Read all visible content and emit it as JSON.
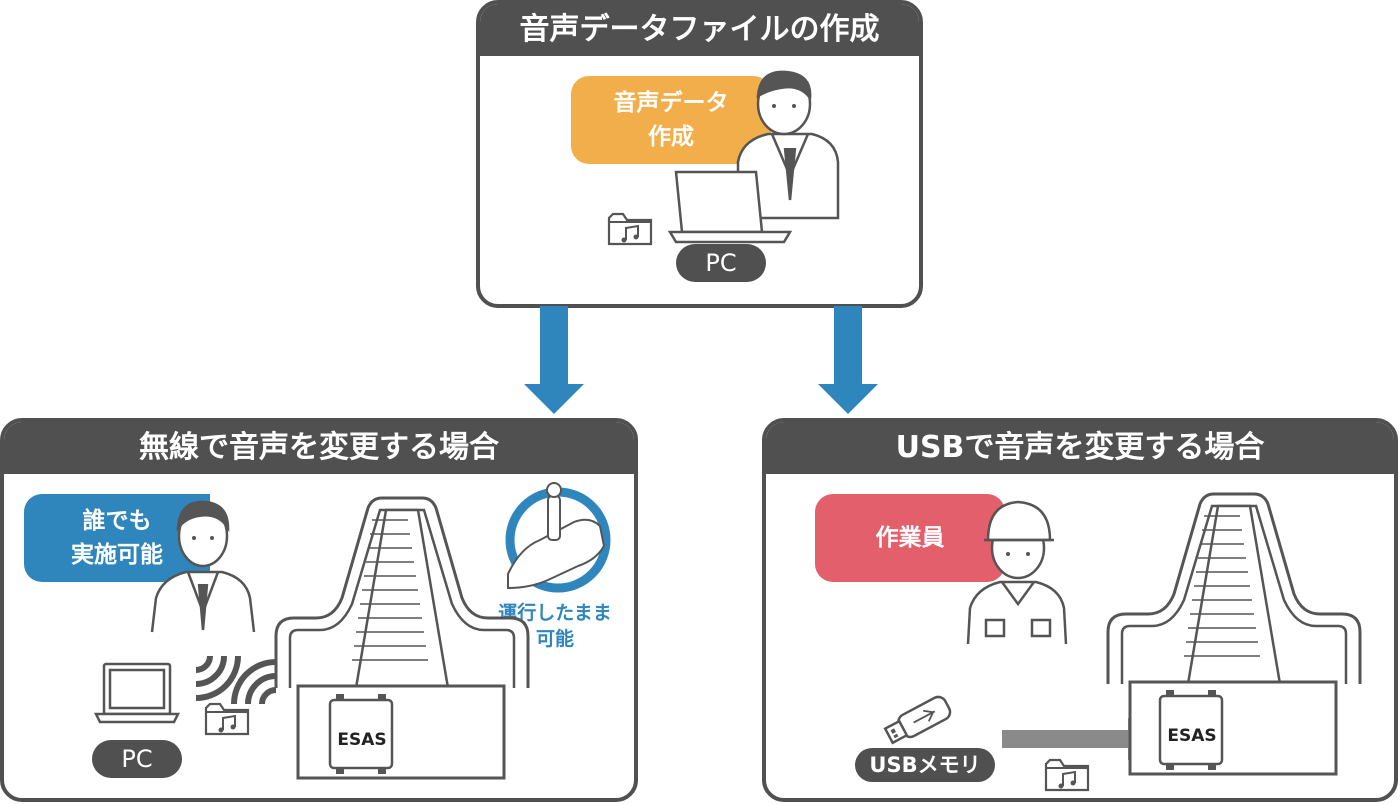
{
  "top_panel": {
    "title": "音声データファイルの作成",
    "bubble_line1": "音声データ",
    "bubble_line2": "作成",
    "device_label": "PC"
  },
  "left_panel": {
    "title": "無線で音声を変更する場合",
    "bubble_line1": "誰でも",
    "bubble_line2": "実施可能",
    "device_label": "PC",
    "controller_label": "ESAS",
    "note_line1": "運行したまま",
    "note_line2": "可能"
  },
  "right_panel": {
    "title": "USBで音声を変更する場合",
    "bubble": "作業員",
    "usb_label": "USBメモリ",
    "controller_label": "ESAS"
  },
  "icons": {
    "flow_arrows": "down-arrow-icon",
    "music_file": "music-folder-icon",
    "wireless": "wireless-signal-icon",
    "usb": "usb-stick-icon",
    "laptop": "laptop-icon",
    "escalator": "escalator-icon"
  },
  "colors": {
    "panel_header": "#505050",
    "arrow_blue": "#2f86bd",
    "bubble_orange": "#f2ae4a",
    "bubble_blue": "#2f86bd",
    "bubble_red": "#e35f6c",
    "transfer_arrow": "#8a8a8a"
  }
}
